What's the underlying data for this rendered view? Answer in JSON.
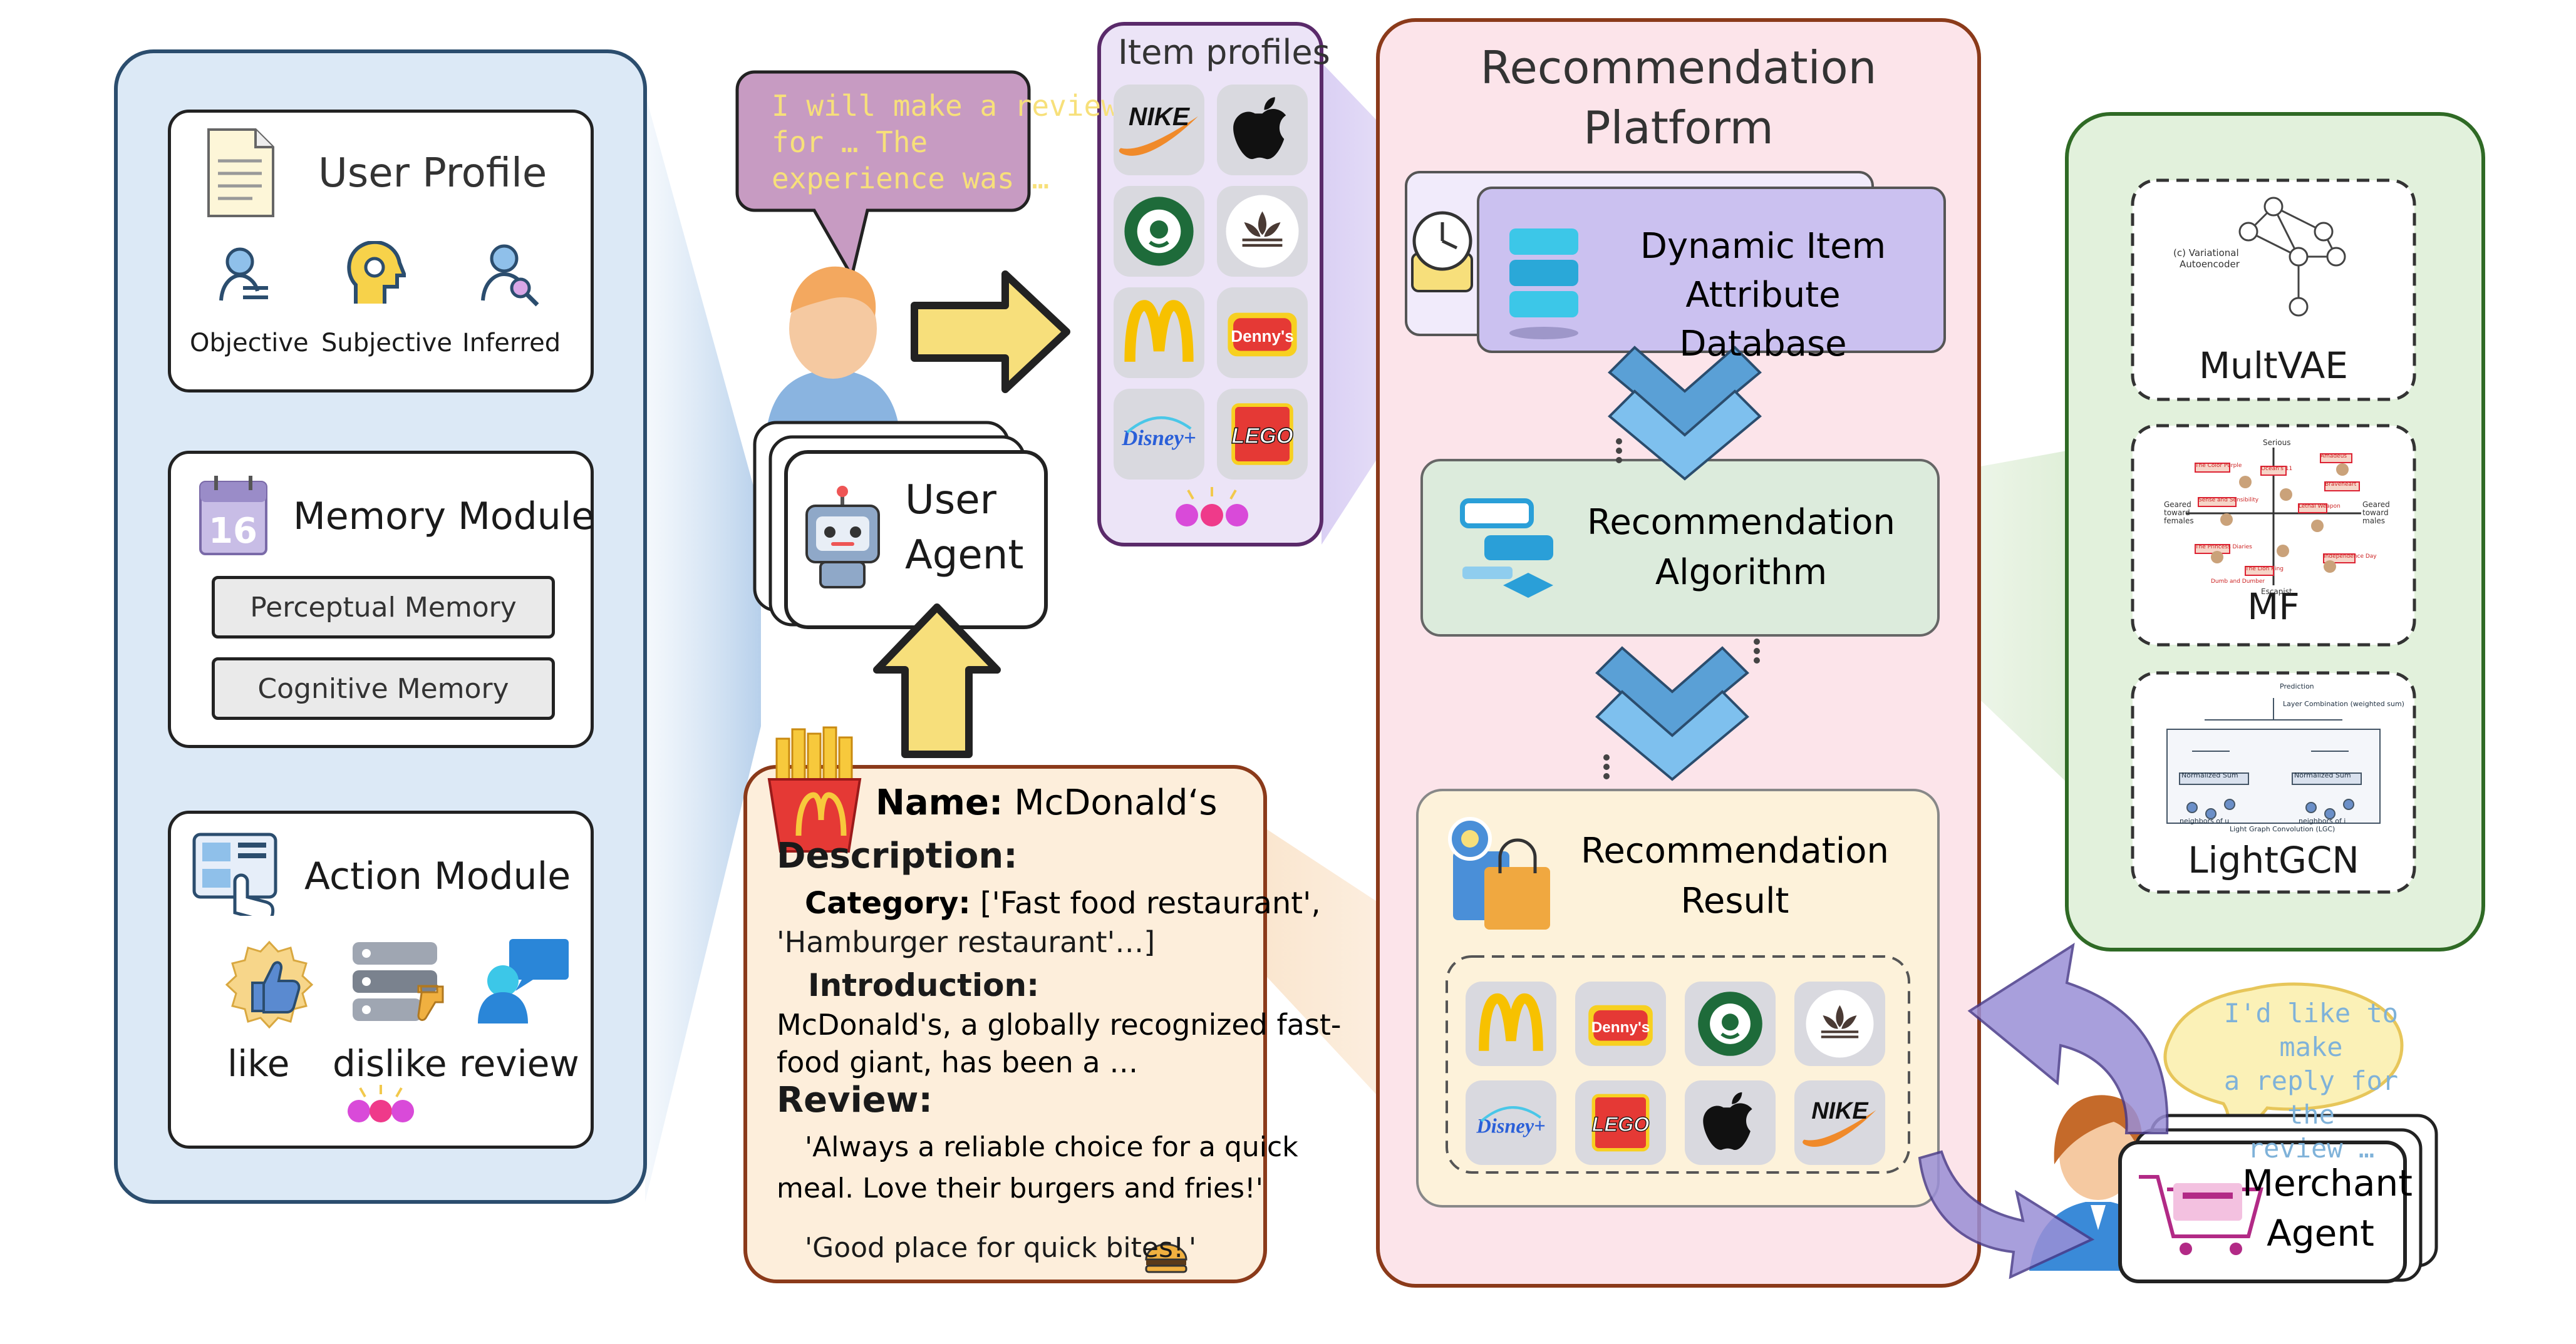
{
  "agent_panel": {
    "user_profile": {
      "title": "User Profile",
      "items": [
        "Objective",
        "Subjective",
        "Inferred"
      ]
    },
    "memory_module": {
      "title": "Memory Module",
      "calendar_day": "16",
      "items": [
        "Perceptual Memory",
        "Cognitive Memory"
      ]
    },
    "action_module": {
      "title": "Action Module",
      "items": [
        "like",
        "dislike",
        "review"
      ]
    }
  },
  "user_agent": {
    "speech": [
      "I will make a review",
      "for … The",
      "experience was …"
    ],
    "label": [
      "User",
      "Agent"
    ]
  },
  "item_profiles": {
    "title": "Item profiles",
    "logos": [
      "NIKE",
      "apple",
      "starbucks",
      "adidas",
      "M",
      "Denny's",
      "Disney+",
      "LEGO"
    ]
  },
  "item_card": {
    "name_label": "Name:",
    "name_value": "McDonald‘s",
    "description_label": "Description:",
    "category_label": "Category:",
    "category_value": [
      "['Fast food restaurant',",
      "'Hamburger restaurant'…]"
    ],
    "introduction_label": "Introduction:",
    "introduction_value": [
      "McDonald's, a globally recognized fast-",
      "food giant, has been a …"
    ],
    "review_label": "Review:",
    "reviews": [
      [
        "'Always a reliable choice for a quick",
        "meal. Love their burgers and fries!'"
      ],
      [
        "'Good place for quick bites!",
        "'"
      ]
    ]
  },
  "platform": {
    "title": [
      "Recommendation",
      "Platform"
    ],
    "database": [
      "Dynamic Item",
      "Attribute Database"
    ],
    "algorithm": [
      "Recommendation",
      "Algorithm"
    ],
    "result": [
      "Recommendation",
      "Result"
    ],
    "result_logos": [
      "M",
      "Denny's",
      "starbucks",
      "adidas",
      "Disney+",
      "LEGO",
      "apple",
      "NIKE"
    ]
  },
  "models": {
    "items": [
      "MultVAE",
      "MF",
      "LightGCN"
    ],
    "thumb_texts": {
      "multvae": [
        "(c) Variational",
        "Autoencoder"
      ],
      "mf_left": [
        "Geared",
        "toward",
        "females"
      ],
      "mf_right": [
        "Geared",
        "toward",
        "males"
      ],
      "mf_top": "Serious",
      "mf_bottom": "Escapist",
      "mf_tags": [
        "The Color Purple",
        "Amadeus",
        "Braveheart",
        "Sense and Sensibility",
        "Ocean's 11",
        "Lethal Weapon",
        "The Princess Diaries",
        "The Lion King",
        "Independence Day",
        "Dumb and Dumber"
      ],
      "lightgcn": [
        "Prediction",
        "Layer Combination (weighted sum)",
        "Normalized Sum",
        "Normalized Sum",
        "Light Graph Convolution (LGC)",
        "neighbors of u",
        "neighbors of i"
      ]
    }
  },
  "merchant": {
    "speech": [
      "I'd like to make",
      "a reply for the",
      "review …"
    ],
    "label": [
      "Merchant",
      "Agent"
    ]
  },
  "colors": {
    "left_panel": "#dce9f6",
    "left_border": "#2b4d6e",
    "platform": "#fce4ea",
    "platform_border": "#8b3a1a",
    "models_panel": "#e2f1dc",
    "models_border": "#2f6a25",
    "item_profiles": "#ece4f7",
    "item_border": "#5a2a6a",
    "card": "#fdeedb",
    "card_border": "#8b3a1a",
    "speech_user": "#c79bc2",
    "speech_user_text": "#f7e07a",
    "speech_merchant": "#fbf1b7",
    "speech_merchant_text": "#7fb2d9",
    "yellow_arrow": "#f7df7b",
    "chevron": "#5aa0d6",
    "purple_arrow": "#9a8fd6"
  }
}
